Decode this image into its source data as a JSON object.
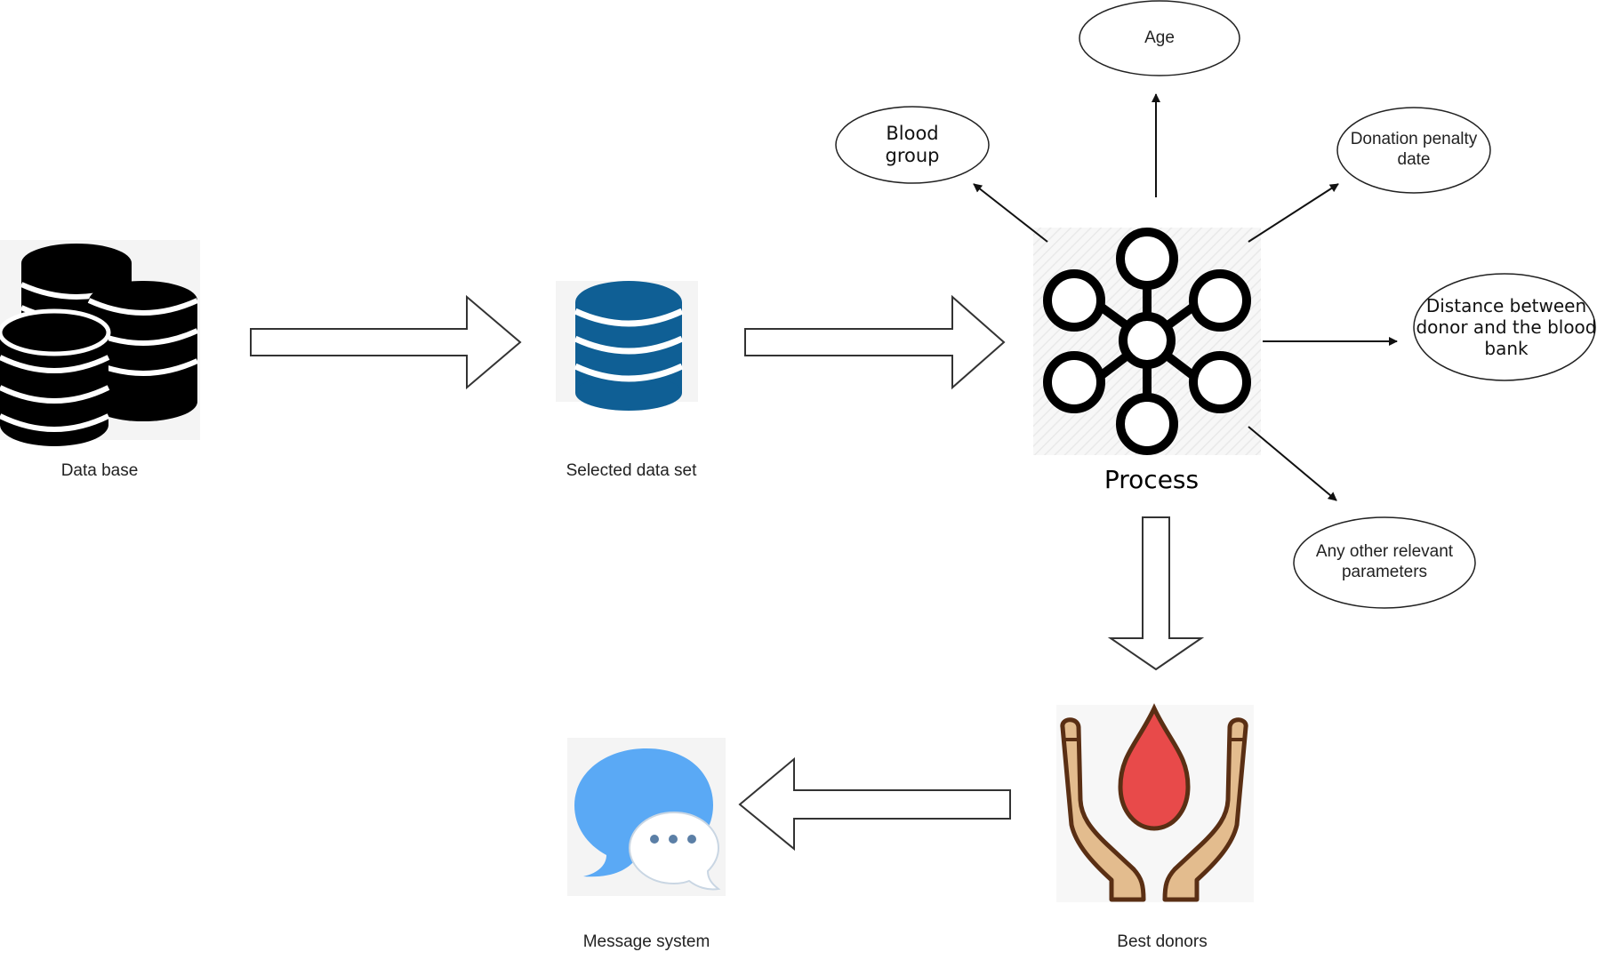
{
  "nodes": {
    "database": {
      "label": "Data base"
    },
    "selected": {
      "label": "Selected data set"
    },
    "process": {
      "label": "Process"
    },
    "best_donors": {
      "label": "Best donors"
    },
    "message": {
      "label": "Message system"
    }
  },
  "parameters": {
    "age": "Age",
    "blood_group": "Blood group",
    "penalty": "Donation penalty date",
    "distance": "Distance between donor and the blood bank",
    "other": "Any other relevant parameters"
  },
  "colors": {
    "dataset_blue": "#0f5f95",
    "bubble_blue": "#5aa9f5",
    "drop_red": "#e84a4a",
    "hand_tan": "#e3bc8e",
    "hand_outline": "#5a2f14"
  },
  "icons": {
    "database": "database-stack-icon",
    "selected": "database-icon",
    "process": "network-hub-icon",
    "best_donors": "blood-donation-hands-icon",
    "message": "chat-bubbles-icon"
  }
}
